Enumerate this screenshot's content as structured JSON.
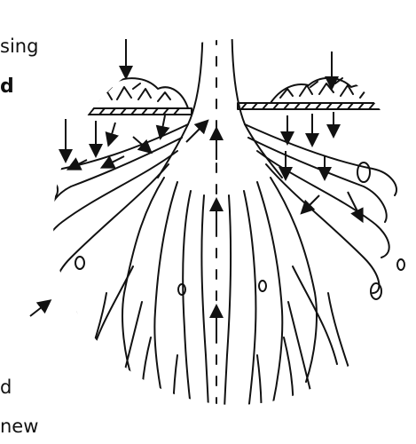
{
  "text_fragments": {
    "line1": "sing",
    "line2": "d",
    "line3": "d",
    "line4": "new"
  },
  "diagram": {
    "subject": "tree-roots-nutrient-uptake",
    "stroke_color": "#111111",
    "background_color": "#ffffff"
  }
}
